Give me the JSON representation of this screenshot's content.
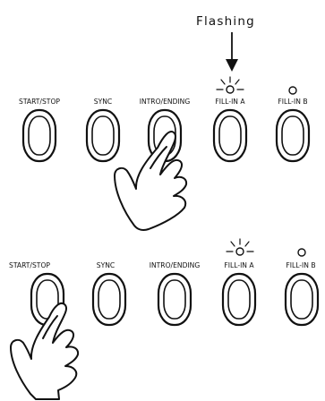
{
  "annotation": "Flashing",
  "panels": [
    {
      "buttons": [
        {
          "label": "START/STOP",
          "led": "none"
        },
        {
          "label": "SYNC",
          "led": "none"
        },
        {
          "label": "INTRO/ENDING",
          "led": "none"
        },
        {
          "label": "FILL-IN A",
          "led": "flashing"
        },
        {
          "label": "FILL-IN B",
          "led": "off"
        }
      ],
      "pressed": "INTRO/ENDING"
    },
    {
      "buttons": [
        {
          "label": "START/STOP",
          "led": "none"
        },
        {
          "label": "SYNC",
          "led": "none"
        },
        {
          "label": "INTRO/ENDING",
          "led": "none"
        },
        {
          "label": "FILL-IN A",
          "led": "flashing"
        },
        {
          "label": "FILL-IN B",
          "led": "off"
        }
      ],
      "pressed": "START/STOP"
    }
  ]
}
